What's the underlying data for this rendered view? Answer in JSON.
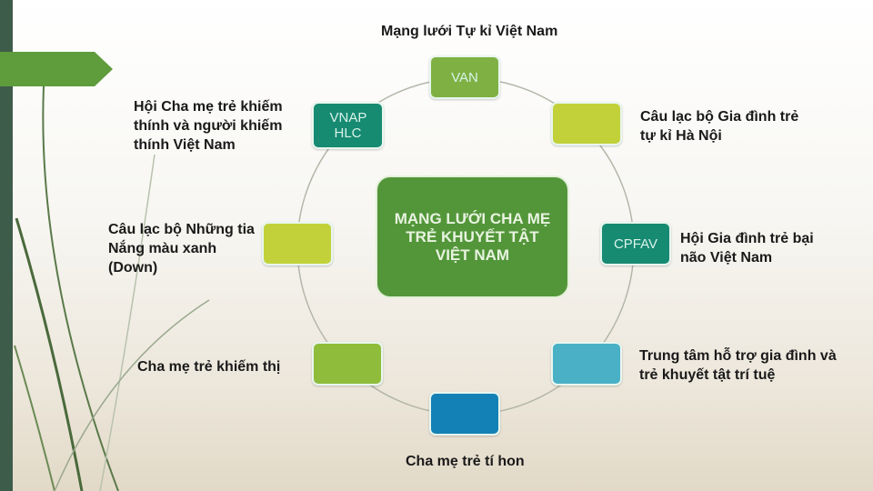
{
  "center": {
    "title": "MẠNG LƯỚI CHA MẸ TRẺ KHUYẾT TẬT VIỆT NAM"
  },
  "nodes": [
    {
      "abbr": "VAN",
      "label": "Mạng lưới Tự kỉ Việt Nam",
      "color": "#7fb043"
    },
    {
      "abbr": "",
      "label": "Câu lạc bộ Gia đình trẻ tự kỉ Hà Nội",
      "color": "#c2d13a"
    },
    {
      "abbr": "CPFAV",
      "label": "Hội Gia đình trẻ bại não Việt Nam",
      "color": "#178a72"
    },
    {
      "abbr": "",
      "label": "Trung tâm hỗ trợ gia đình và trẻ khuyết tật trí tuệ",
      "color": "#4ab0c6"
    },
    {
      "abbr": "",
      "label": "Cha mẹ trẻ tí hon",
      "color": "#1481b6"
    },
    {
      "abbr": "",
      "label": "Cha mẹ trẻ khiếm thị",
      "color": "#8fbc3a"
    },
    {
      "abbr": "",
      "label": "Câu lạc bộ Những tia Nắng màu xanh (Down)",
      "color": "#c2d13a"
    },
    {
      "abbr": "VNAP HLC",
      "label": "Hội Cha mẹ trẻ khiếm thính và người khiếm thính Việt Nam",
      "color": "#178a72"
    }
  ]
}
